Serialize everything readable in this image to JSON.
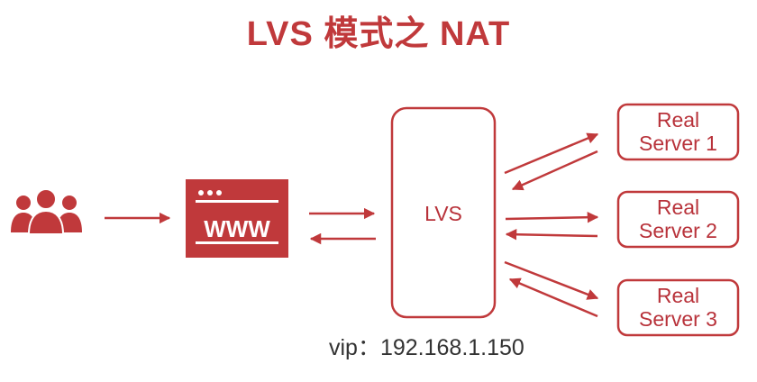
{
  "title": "LVS 模式之 NAT",
  "lvs": {
    "label": "LVS"
  },
  "web": {
    "label": "WWW",
    "icon": "browser-window-icon"
  },
  "users": {
    "icon": "users-group-icon"
  },
  "real_servers": [
    {
      "line1": "Real",
      "line2": "Server 1"
    },
    {
      "line1": "Real",
      "line2": "Server 2"
    },
    {
      "line1": "Real",
      "line2": "Server 3"
    }
  ],
  "vip": "vip：192.168.1.150",
  "colors": {
    "accent": "#c0393b",
    "text": "#333333"
  }
}
